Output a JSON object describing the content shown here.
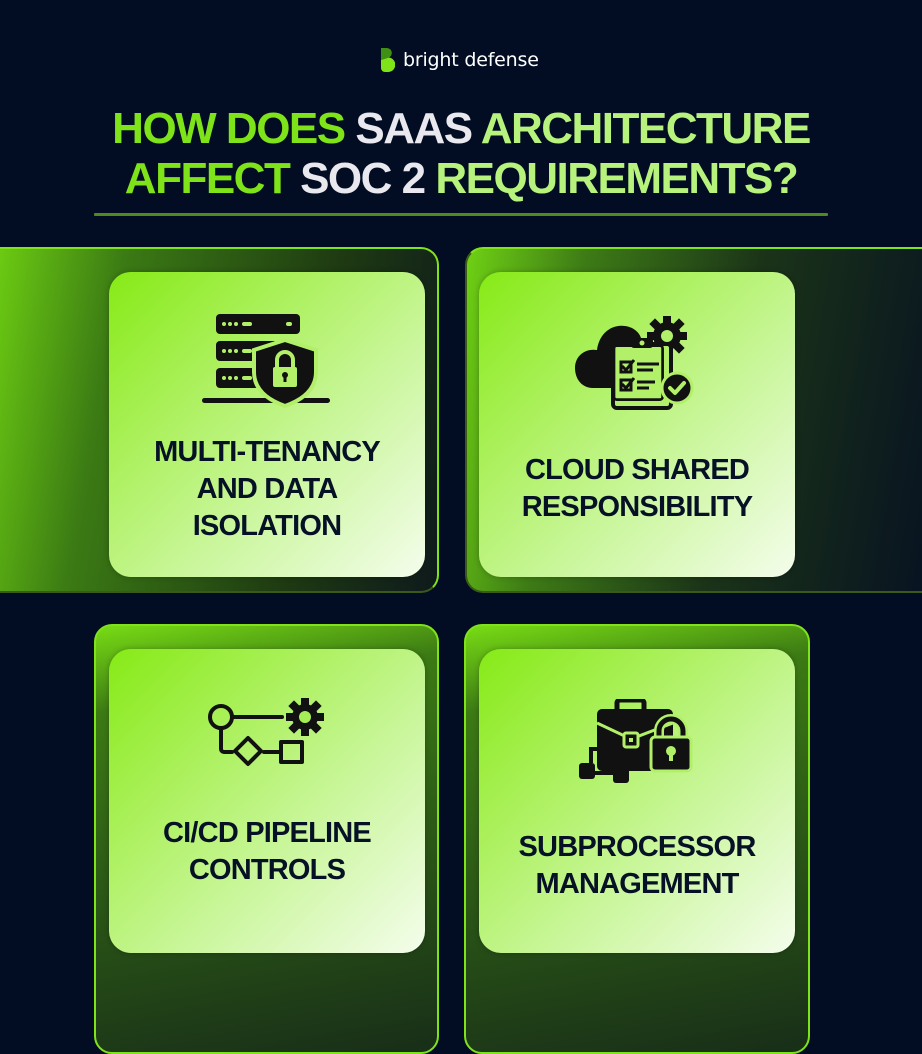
{
  "brand": {
    "name": "bright defense",
    "logo_icon": "bright-defense-b-logo",
    "logo_colors": [
      "#3f8f14",
      "#7fe31a"
    ]
  },
  "title": {
    "line1": [
      {
        "text": "How does ",
        "color": "#7fe31a"
      },
      {
        "text": "SaaS ",
        "color": "#e8e8ee"
      },
      {
        "text": "Architecture",
        "color": "#b7f27c"
      }
    ],
    "line2": [
      {
        "text": "Affect ",
        "color": "#7fe31a"
      },
      {
        "text": "SOC 2 ",
        "color": "#e8e8ee"
      },
      {
        "text": "Requirements?",
        "color": "#b7f27c"
      }
    ],
    "full": "HOW DOES SAAS ARCHITECTURE AFFECT SOC 2 REQUIREMENTS?"
  },
  "colors": {
    "background": "#020d24",
    "accent_green": "#7fe31a",
    "light_green": "#b7f27c",
    "text_dark": "#071126",
    "divider": "#4e8a1e"
  },
  "cards": [
    {
      "label_lines": [
        "Multi-Tenancy",
        "and Data",
        "Isolation"
      ],
      "icon": "server-shield-lock-icon"
    },
    {
      "label_lines": [
        "Cloud Shared",
        "Responsibility"
      ],
      "icon": "cloud-clipboard-gear-check-icon"
    },
    {
      "label_lines": [
        "CI/CD Pipeline",
        "Controls"
      ],
      "icon": "workflow-pipeline-gear-icon"
    },
    {
      "label_lines": [
        "Subprocessor",
        "Management"
      ],
      "icon": "briefcase-lock-network-icon"
    }
  ]
}
